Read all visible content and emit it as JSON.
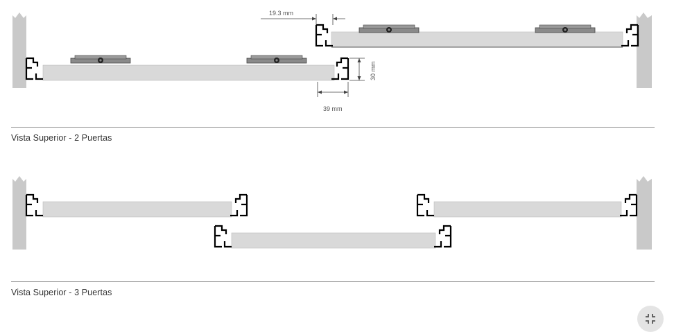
{
  "diagram": {
    "dimensions": {
      "gap": "19.3 mm",
      "height": "30 mm",
      "depth": "39 mm"
    },
    "captions": {
      "two_doors": "Vista Superior - 2 Puertas",
      "three_doors": "Vista Superior - 3 Puertas"
    }
  },
  "icons": {
    "collapse_button": "collapse-icon"
  },
  "colors": {
    "wall": "#c9c9c9",
    "panel": "#d9d9d9",
    "profile": "#000000",
    "divider": "#8a8a8a",
    "caption": "#333333"
  }
}
